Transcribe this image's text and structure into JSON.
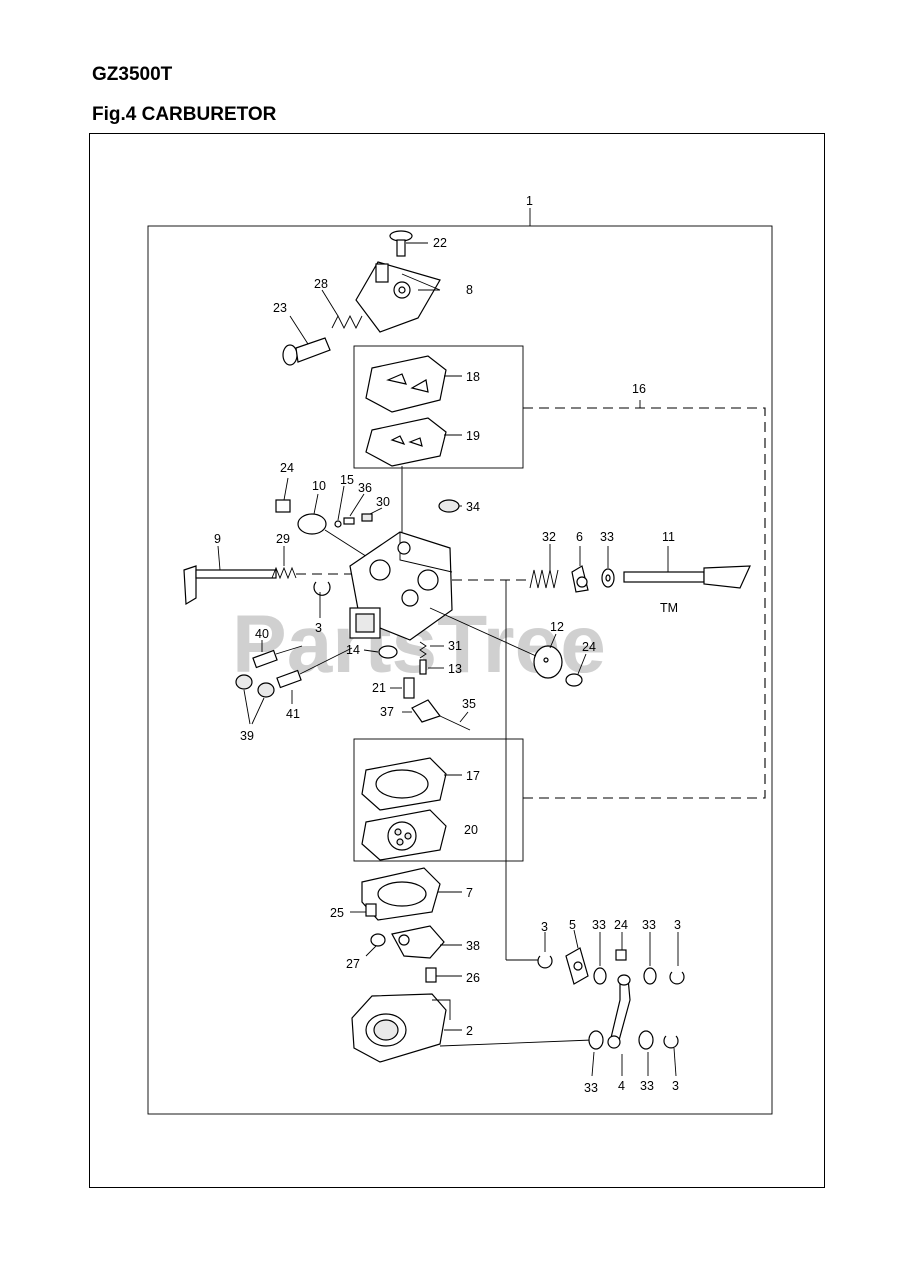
{
  "header": {
    "model": "GZ3500T",
    "figure_title": "Fig.4  CARBURETOR"
  },
  "watermark": {
    "text": "PartsTree",
    "tm": "TM"
  },
  "callouts": {
    "c1": "1",
    "c22": "22",
    "c8": "8",
    "c28": "28",
    "c23": "23",
    "c18": "18",
    "c19": "19",
    "c16": "16",
    "c24a": "24",
    "c10": "10",
    "c15": "15",
    "c36": "36",
    "c30": "30",
    "c34": "34",
    "c9": "9",
    "c29": "29",
    "c32": "32",
    "c6": "6",
    "c33a": "33",
    "c11": "11",
    "c3a": "3",
    "c12": "12",
    "c24b": "24",
    "c40": "40",
    "c14": "14",
    "c31": "31",
    "c13": "13",
    "c21": "21",
    "c41": "41",
    "c39": "39",
    "c37": "37",
    "c35": "35",
    "c17": "17",
    "c20": "20",
    "c7": "7",
    "c25": "25",
    "c38": "38",
    "c27": "27",
    "c26": "26",
    "c2": "2",
    "c3b": "3",
    "c5": "5",
    "c33b": "33",
    "c24c": "24",
    "c33c": "33",
    "c3c": "3",
    "c33d": "33",
    "c4": "4",
    "c33e": "33",
    "c3d": "3"
  }
}
